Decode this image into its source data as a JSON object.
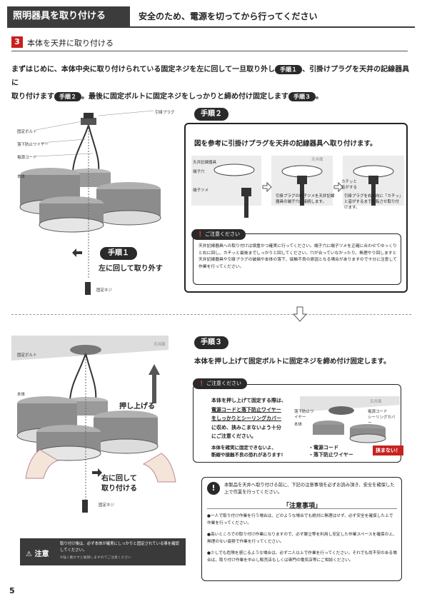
{
  "header": {
    "section": "照明器具を取り付ける",
    "warning": "安全のため、電源を切ってから行ってください"
  },
  "step": {
    "number": "3",
    "title": "本体を天井に取り付ける"
  },
  "intro": {
    "t1": "まずはじめに、本体中央に取り付けられている固定ネジを左に回して一旦取り外し",
    "p1": "手順１",
    "t2": "、引掛けプラグを天井の記線器具に",
    "t3": "取り付けます",
    "p2": "手順２",
    "t4": "。最後に固定ボルトに固定ネジをしっかりと締め付け固定します",
    "p3": "手順３",
    "t5": "。"
  },
  "fig1": {
    "plug": "引掛プラグ",
    "bolt": "固定ボルト",
    "wire": "落下防止ワイヤー",
    "cord": "電源コード",
    "body": "本体",
    "screw": "固定ネジ",
    "step_pill": "手順１",
    "step_text": "左に回して取り外す"
  },
  "step2": {
    "pill": "手順２",
    "heading": "図を参考に引掛けプラグを天井の記線器具へ取り付けます。",
    "ceiling": "天井面",
    "lbl_device": "天井記線器具",
    "lbl_hole": "端子穴",
    "lbl_claw": "端子ツメ",
    "lbl_click": "カチッと音がする",
    "cap2": "引掛プラグの端子ツメを天井記線器具の端子穴に接続します。",
    "cap3": "引掛プラグを右方向に「カチッ」と音がするまで回転させ取り付けます。",
    "caution_title": "ご注意ください",
    "caution_text": "天井記線器具への取り付けは慎重かつ確実に行ってください。端子穴に端子ツメを正確に合わせてゆっくりと右に回し、カチッと最後までしっかりと回してください。穴が合っていなかったり、無理やり回しますと天井記線器具や引掛プラグの破損や本体の落下、接触不良の原因となる場合がありますので十分に注意して作業を行ってください。"
  },
  "fig2": {
    "ceiling": "天井面",
    "bolt": "固定ボルト",
    "body": "本体",
    "push": "押し上げる",
    "step_text": "右に回して取り付ける",
    "screw": "固定ネジ"
  },
  "step3": {
    "pill": "手順３",
    "heading": "本体を押し上げて固定ボルトに固定ネジを締め付け固定します。",
    "caution_title": "ご注意ください",
    "c1": "本体を押し上げて固定する際は、",
    "c2": "電源コードと落下防止ワイヤー",
    "c3": "をしっかりとシーリングカバー",
    "c4": "に収め、挟みこまないよう十分",
    "c5": "にご注意ください。",
    "c6": "本体を確実に固定できないよ、",
    "c7": "断線や接触不良の恐れがあります!",
    "ceiling": "天井面",
    "lbl_wire": "落下防止ワイヤー",
    "lbl_cord": "電源コード",
    "lbl_cover": "シーリングカバー",
    "lbl_body": "本体",
    "b1": "・電源コード",
    "b2": "・落下防止ワイヤー",
    "nopinch": "挟まない！"
  },
  "notice": {
    "lead": "本製品を天井へ取り付ける前に、下記の注意事項を必ずお読み頂き、安全を確保した上で作業を行ってください。",
    "title": "「注意事項」",
    "i1": "●一人で取り付け作業を行う場合は、どのような場合でも絶対に無理はせず、必ず安全を確保した上で作業を行ってください。",
    "i2": "●高いところでの取り付け作業になりますので、必ず脚立等を利用し安定した作業スペースを確保の上、無理のない姿勢で作業を行ってください。",
    "i3": "●少しでも危険を感じるような場合は、必ず二人以上で作業を行ってください。それでも尚不安のある場合は、取り付け作業を中止し販売店もしくは専門の電気店等にご相談ください。"
  },
  "bottom_caution": {
    "label": "注意",
    "text": "取り付け後は、必ず本体が確実にしっかりと固定されている事を確認してください。",
    "sub": "※強く動かすと破損しますのでご注意ください"
  },
  "page_number": "5"
}
